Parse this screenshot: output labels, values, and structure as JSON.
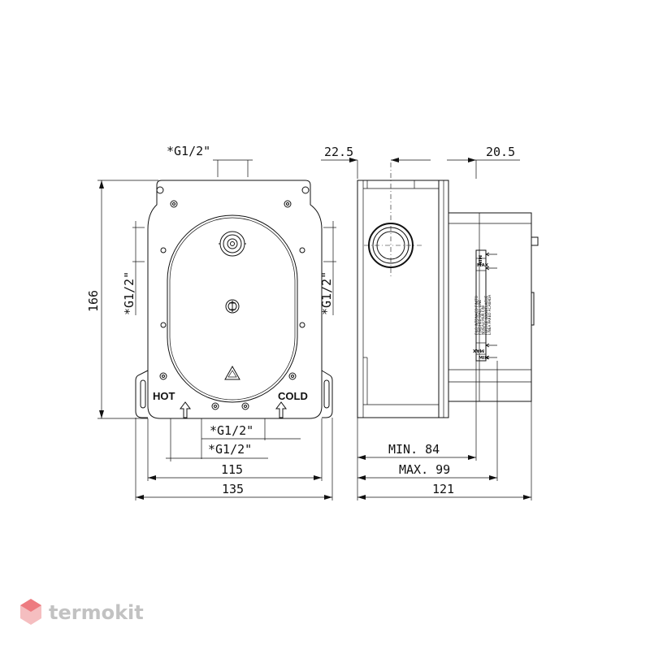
{
  "dimensions": {
    "top_thread": "*G1/2\"",
    "side_thread_left": "*G1/2\"",
    "side_thread_right": "*G1/2\"",
    "bottom_thread_1": "*G1/2\"",
    "bottom_thread_2": "*G1/2\"",
    "height": "166",
    "inner_width": "115",
    "outer_width": "135",
    "side_top_left": "22.5",
    "side_top_right": "20.5",
    "min_depth": "MIN. 84",
    "max_depth": "MAX. 99",
    "total_depth": "121"
  },
  "labels": {
    "hot": "HOT",
    "cold": "COLD",
    "max_upper": "MAX",
    "min_upper": "MIN",
    "max_lower": "MAX",
    "min_lower": "MIN",
    "plate_line_1": "FILO INTONACO FINITO",
    "plate_line_2": "FINISHED WALL LINE",
    "plate_line_3": "NIVEAU MUR FINI",
    "plate_line_4": "FERTIGE WANDFLACHE",
    "plate_line_5": "LINEA PARED ACABADA"
  },
  "brand": {
    "name": "termokit",
    "logo_color": "#e0242b"
  }
}
